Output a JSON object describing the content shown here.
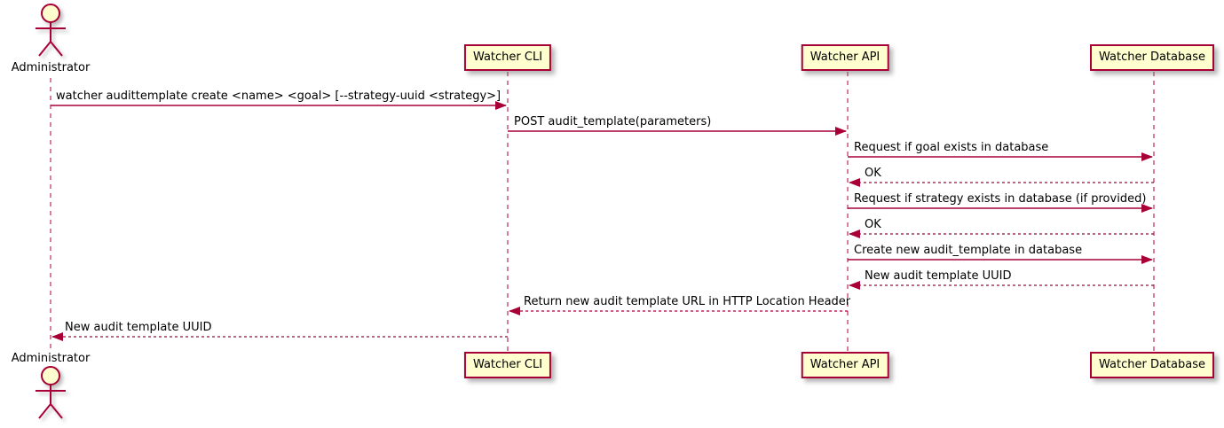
{
  "diagram": {
    "type": "uml-sequence-diagram",
    "colors": {
      "participant_fill": "#FEFECE",
      "stroke": "#A80036",
      "text": "#000000",
      "background": "#FFFFFF"
    },
    "actor": {
      "name": "Administrator"
    },
    "participants": [
      {
        "label": "Watcher CLI"
      },
      {
        "label": "Watcher API"
      },
      {
        "label": "Watcher Database"
      }
    ],
    "messages": [
      {
        "from": "Administrator",
        "to": "Watcher CLI",
        "style": "solid",
        "text": "watcher audittemplate create <name> <goal> [--strategy-uuid <strategy>]"
      },
      {
        "from": "Watcher CLI",
        "to": "Watcher API",
        "style": "solid",
        "text": "POST audit_template(parameters)"
      },
      {
        "from": "Watcher API",
        "to": "Watcher Database",
        "style": "solid",
        "text": "Request if goal exists in database"
      },
      {
        "from": "Watcher Database",
        "to": "Watcher API",
        "style": "dashed",
        "text": "OK"
      },
      {
        "from": "Watcher API",
        "to": "Watcher Database",
        "style": "solid",
        "text": "Request if strategy exists in database (if provided)"
      },
      {
        "from": "Watcher Database",
        "to": "Watcher API",
        "style": "dashed",
        "text": "OK"
      },
      {
        "from": "Watcher API",
        "to": "Watcher Database",
        "style": "solid",
        "text": "Create new audit_template in database"
      },
      {
        "from": "Watcher Database",
        "to": "Watcher API",
        "style": "dashed",
        "text": "New audit template UUID"
      },
      {
        "from": "Watcher API",
        "to": "Watcher CLI",
        "style": "dashed",
        "text": "Return new audit template URL in HTTP Location Header"
      },
      {
        "from": "Watcher CLI",
        "to": "Administrator",
        "style": "dashed",
        "text": "New audit template UUID"
      }
    ]
  }
}
